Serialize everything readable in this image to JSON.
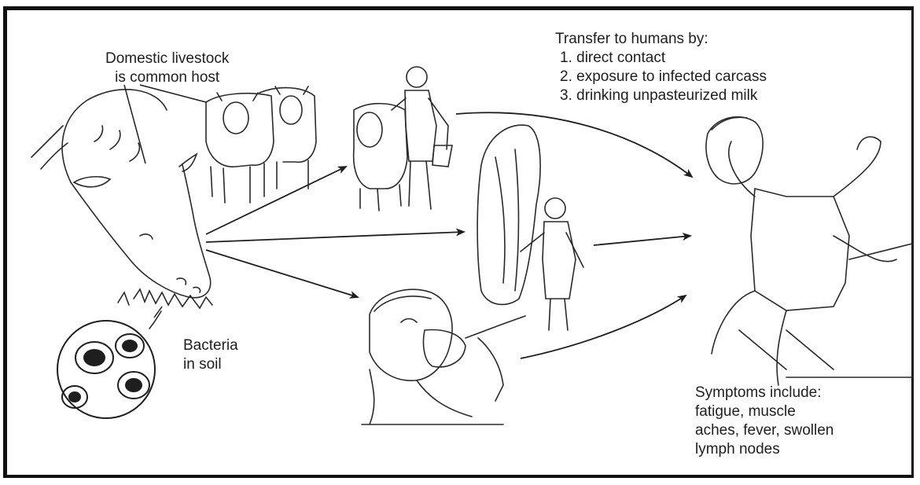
{
  "labels": {
    "host": {
      "line1": "Domestic livestock",
      "line2": "is common host"
    },
    "soil": {
      "line1": "Bacteria",
      "line2": "in soil"
    },
    "transfer": {
      "heading": "Transfer to humans by:",
      "items": [
        "1.  direct contact",
        "2.  exposure to infected carcass",
        "3.  drinking unpasteurized milk"
      ]
    },
    "symptoms": {
      "line1": "Symptoms include:",
      "line2": "fatigue, muscle",
      "line3": "aches, fever, swollen",
      "line4": "lymph nodes"
    }
  },
  "illustrations": {
    "grazing_cow": "cow-head-illustration",
    "bacteria": "bacteria-colonies-illustration",
    "livestock": "cow-pair-illustration",
    "farmer": "farmer-with-cow-illustration",
    "butcher": "butcher-with-carcass-illustration",
    "drinker": "man-drinking-milk-illustration",
    "patient": "sick-man-illustration"
  },
  "colors": {
    "ink": "#1e1e1e",
    "border": "#111111",
    "background": "#ffffff"
  }
}
